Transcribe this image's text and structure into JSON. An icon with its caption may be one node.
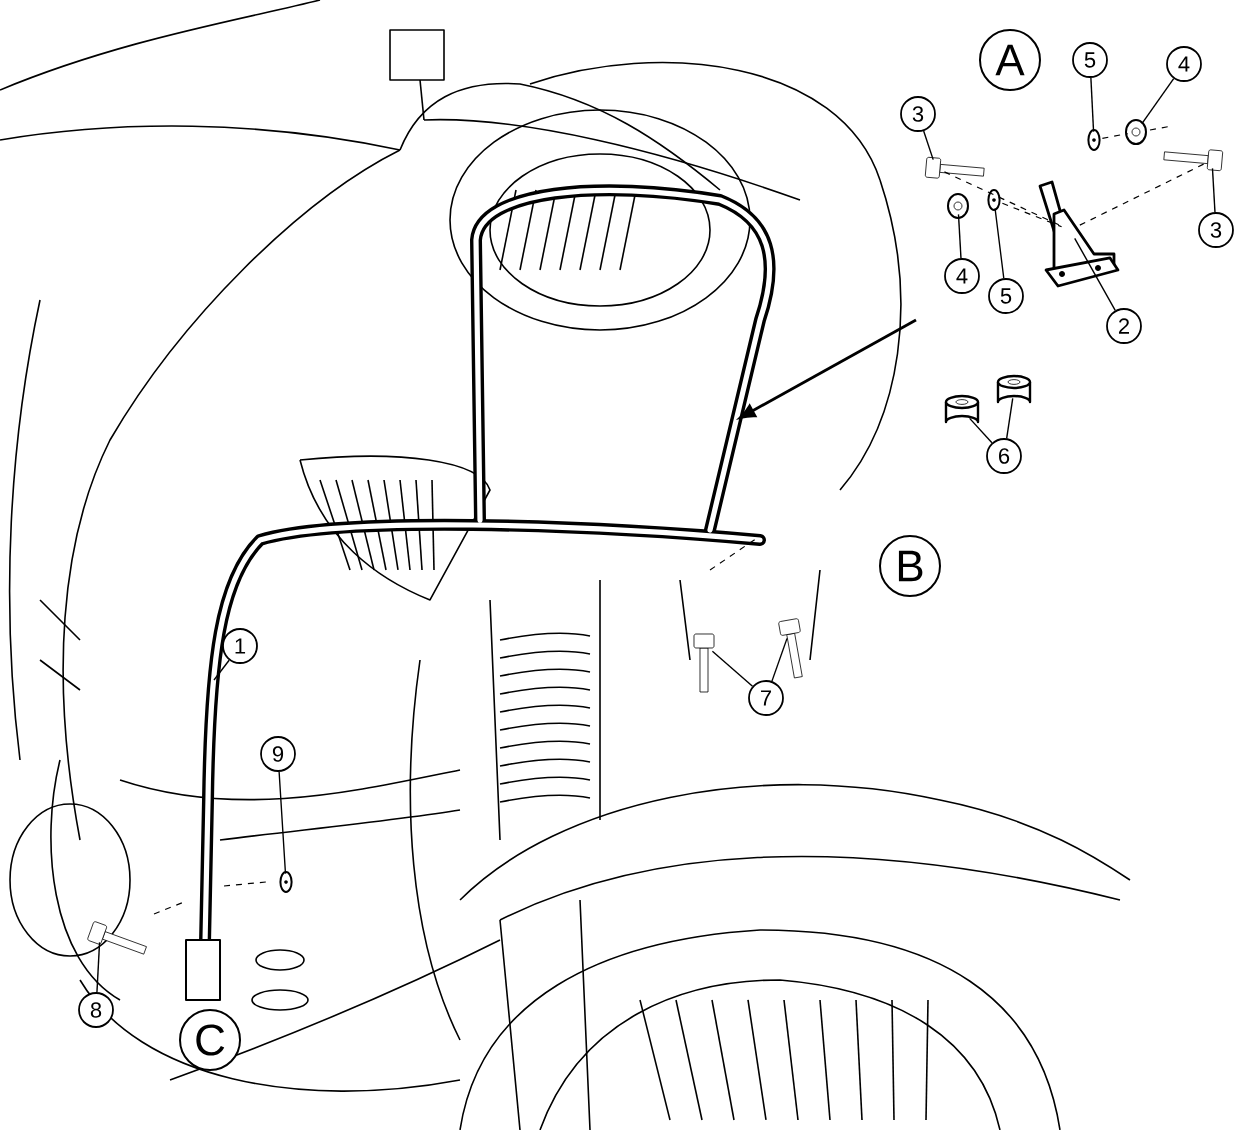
{
  "diagram": {
    "nodes": [
      {
        "text": [
          "1"
        ]
      },
      {
        "text": [
          "3"
        ]
      },
      {
        "text": [],
        "shape": "bolt"
      },
      {
        "text": [
          "5"
        ]
      },
      {
        "text": [],
        "shape": "washer"
      },
      {
        "text": [
          "4"
        ]
      },
      {
        "text": [],
        "shape": "nut"
      },
      {
        "text": [
          "4"
        ]
      },
      {
        "text": [],
        "shape": "nut"
      },
      {
        "text": [
          "5"
        ]
      },
      {
        "text": [],
        "shape": "washer"
      },
      {
        "text": [
          "3"
        ]
      },
      {
        "text": [],
        "shape": "bolt"
      },
      {
        "text": [
          "2"
        ]
      },
      {
        "text": [],
        "shape": "bracket"
      },
      {
        "text": [
          "6"
        ]
      },
      {
        "text": [],
        "shape": "cylinder"
      },
      {
        "text": [],
        "shape": "cylinder"
      },
      {
        "text": [
          "7"
        ]
      },
      {
        "text": [],
        "shape": "bolt"
      },
      {
        "text": [],
        "shape": "bolt"
      },
      {
        "text": [
          "9"
        ]
      },
      {
        "text": [],
        "shape": "washer"
      },
      {
        "text": [
          "8"
        ]
      },
      {
        "text": [],
        "shape": "bolt"
      }
    ],
    "edges": [
      {
        "from": 0,
        "to": null,
        "arrow": "none"
      },
      {
        "from": 1,
        "to": 2,
        "arrow": "none"
      },
      {
        "from": 3,
        "to": 4,
        "arrow": "none"
      },
      {
        "from": 5,
        "to": 6,
        "arrow": "none"
      },
      {
        "from": 7,
        "to": 8,
        "arrow": "none"
      },
      {
        "from": 9,
        "to": 10,
        "arrow": "none"
      },
      {
        "from": 11,
        "to": 12,
        "arrow": "none"
      },
      {
        "from": 13,
        "to": 14,
        "arrow": "none"
      },
      {
        "from": 15,
        "to": 16,
        "arrow": "none"
      },
      {
        "from": 15,
        "to": 17,
        "arrow": "none"
      },
      {
        "from": 18,
        "to": 19,
        "arrow": "none"
      },
      {
        "from": 18,
        "to": 20,
        "arrow": "none"
      },
      {
        "from": 21,
        "to": 22,
        "arrow": "none"
      },
      {
        "from": 23,
        "to": 24,
        "arrow": "none"
      },
      {
        "from": 4,
        "to": 6,
        "arrow": "none",
        "style": "dashed"
      },
      {
        "from": 2,
        "to": 14,
        "arrow": "none",
        "style": "dashed"
      },
      {
        "from": 10,
        "to": 14,
        "arrow": "none",
        "style": "dashed"
      },
      {
        "from": 12,
        "to": 14,
        "arrow": "none",
        "style": "dashed"
      }
    ],
    "labels": [
      "A",
      "B",
      "C"
    ]
  }
}
